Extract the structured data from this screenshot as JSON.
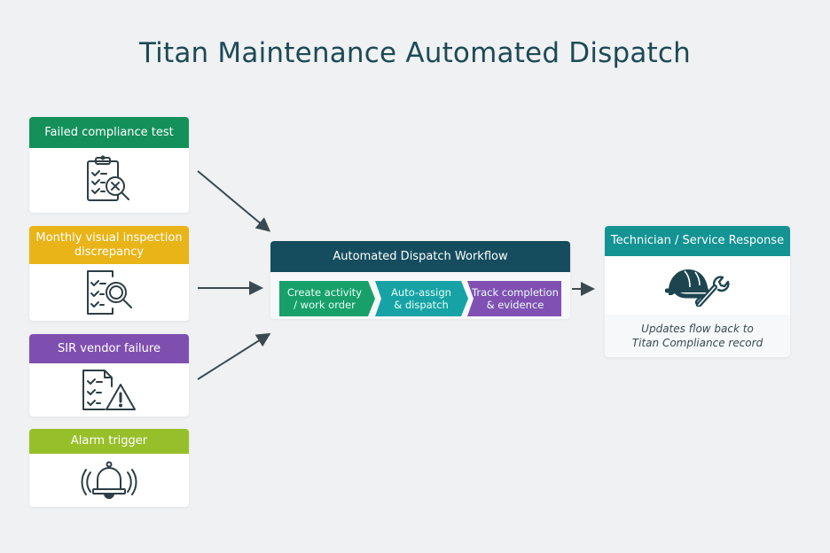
{
  "title": "Titan Maintenance Automated Dispatch",
  "triggers": [
    {
      "label": "Failed compliance test",
      "color": "#14915a",
      "icon": "clipboard-x-icon"
    },
    {
      "label": "Monthly visual inspection discrepancy",
      "color": "#e9b418",
      "icon": "checklist-magnifier-icon"
    },
    {
      "label": "SIR vendor failure",
      "color": "#7f4fb0",
      "icon": "document-warning-icon"
    },
    {
      "label": "Alarm trigger",
      "color": "#97bf2a",
      "icon": "alarm-bell-icon"
    }
  ],
  "workflow": {
    "title": "Automated Dispatch Workflow",
    "steps": [
      {
        "line1": "Create activity",
        "line2": "/ work order",
        "color": "#17a06a"
      },
      {
        "line1": "Auto-assign",
        "line2": "& dispatch",
        "color": "#17a3a5"
      },
      {
        "line1": "Track completion",
        "line2": "& evidence",
        "color": "#8150b3"
      }
    ]
  },
  "response": {
    "title": "Technician / Service Response",
    "icon": "hardhat-wrench-icon",
    "note_line1": "Updates flow back to",
    "note_line2": "Titan Compliance record"
  }
}
